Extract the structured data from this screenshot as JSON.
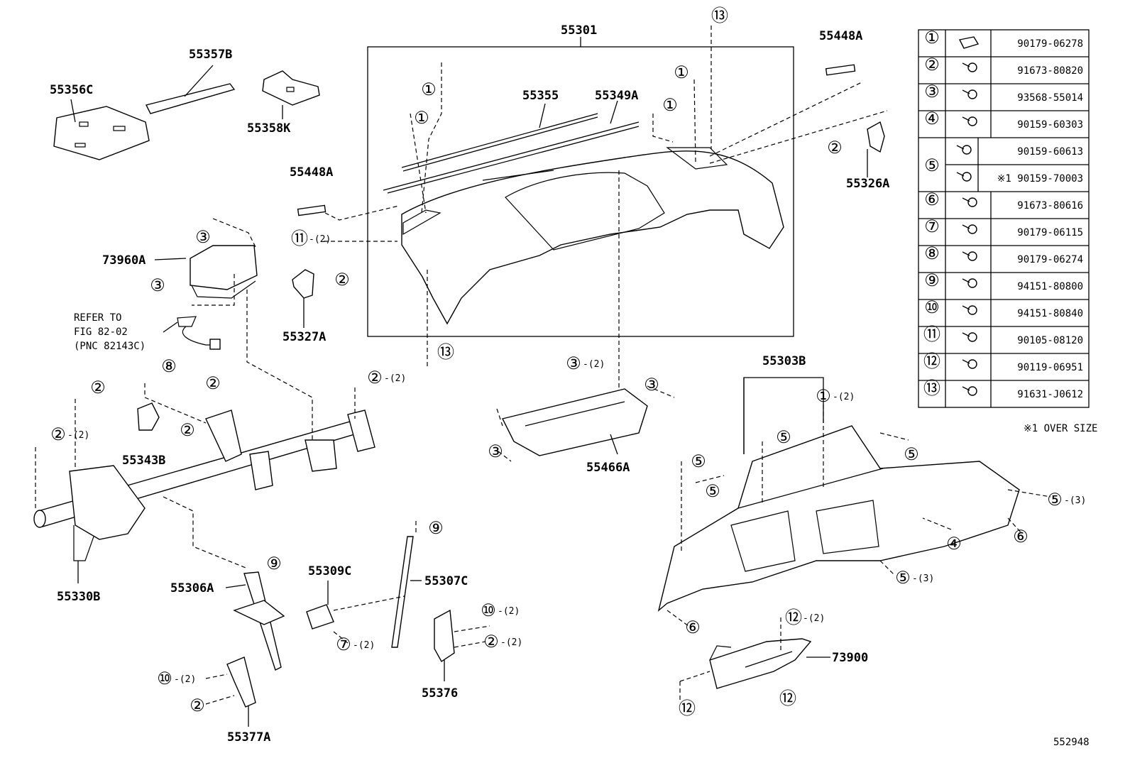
{
  "part_labels": [
    {
      "id": "p55357b",
      "text": "55357B"
    },
    {
      "id": "p55356c",
      "text": "55356C"
    },
    {
      "id": "p55358k",
      "text": "55358K"
    },
    {
      "id": "p55301",
      "text": "55301"
    },
    {
      "id": "p55355",
      "text": "55355"
    },
    {
      "id": "p55349a",
      "text": "55349A"
    },
    {
      "id": "p55448a_top",
      "text": "55448A"
    },
    {
      "id": "p55448a_mid",
      "text": "55448A"
    },
    {
      "id": "p55326a",
      "text": "55326A"
    },
    {
      "id": "p73960a",
      "text": "73960A"
    },
    {
      "id": "p55327a",
      "text": "55327A"
    },
    {
      "id": "p55343b",
      "text": "55343B"
    },
    {
      "id": "p55466a",
      "text": "55466A"
    },
    {
      "id": "p55303b",
      "text": "55303B"
    },
    {
      "id": "p55330b",
      "text": "55330B"
    },
    {
      "id": "p55306a",
      "text": "55306A"
    },
    {
      "id": "p55309c",
      "text": "55309C"
    },
    {
      "id": "p55307c",
      "text": "55307C"
    },
    {
      "id": "p55376",
      "text": "55376"
    },
    {
      "id": "p73900",
      "text": "73900"
    },
    {
      "id": "p55377a",
      "text": "55377A"
    }
  ],
  "refer_note": [
    "REFER TO",
    "FIG 82-02",
    "(PNC 82143C)"
  ],
  "callouts": [
    {
      "n": "①",
      "q": ""
    },
    {
      "n": "①",
      "q": ""
    },
    {
      "n": "①",
      "q": ""
    },
    {
      "n": "①",
      "q": ""
    },
    {
      "n": "⑬",
      "q": ""
    },
    {
      "n": "②",
      "q": ""
    },
    {
      "n": "③",
      "q": ""
    },
    {
      "n": "③",
      "q": ""
    },
    {
      "n": "⑪",
      "q": "-(2)"
    },
    {
      "n": "②",
      "q": ""
    },
    {
      "n": "⑬",
      "q": ""
    },
    {
      "n": "⑧",
      "q": ""
    },
    {
      "n": "②",
      "q": ""
    },
    {
      "n": "②",
      "q": "-(2)"
    },
    {
      "n": "②",
      "q": ""
    },
    {
      "n": "②",
      "q": ""
    },
    {
      "n": "②",
      "q": "-(2)"
    },
    {
      "n": "③",
      "q": "-(2)"
    },
    {
      "n": "③",
      "q": ""
    },
    {
      "n": "③",
      "q": ""
    },
    {
      "n": "①",
      "q": "-(2)"
    },
    {
      "n": "⑤",
      "q": ""
    },
    {
      "n": "⑤",
      "q": ""
    },
    {
      "n": "⑤",
      "q": ""
    },
    {
      "n": "⑤",
      "q": ""
    },
    {
      "n": "⑤",
      "q": "-(3)"
    },
    {
      "n": "④",
      "q": ""
    },
    {
      "n": "⑥",
      "q": ""
    },
    {
      "n": "⑤",
      "q": "-(3)"
    },
    {
      "n": "⑥",
      "q": ""
    },
    {
      "n": "⑨",
      "q": ""
    },
    {
      "n": "⑨",
      "q": ""
    },
    {
      "n": "⑦",
      "q": "-(2)"
    },
    {
      "n": "⑩",
      "q": "-(2)"
    },
    {
      "n": "②",
      "q": "-(2)"
    },
    {
      "n": "⑩",
      "q": "-(2)"
    },
    {
      "n": "②",
      "q": ""
    },
    {
      "n": "⑫",
      "q": "-(2)"
    },
    {
      "n": "⑫",
      "q": ""
    },
    {
      "n": "⑫",
      "q": ""
    }
  ],
  "fastener_table": [
    {
      "n": "①",
      "parts": [
        "90179-06278"
      ]
    },
    {
      "n": "②",
      "parts": [
        "91673-80820"
      ]
    },
    {
      "n": "③",
      "parts": [
        "93568-55014"
      ]
    },
    {
      "n": "④",
      "parts": [
        "90159-60303"
      ]
    },
    {
      "n": "⑤",
      "parts": [
        "90159-60613",
        "※1 90159-70003"
      ]
    },
    {
      "n": "⑥",
      "parts": [
        "91673-80616"
      ]
    },
    {
      "n": "⑦",
      "parts": [
        "90179-06115"
      ]
    },
    {
      "n": "⑧",
      "parts": [
        "90179-06274"
      ]
    },
    {
      "n": "⑨",
      "parts": [
        "94151-80800"
      ]
    },
    {
      "n": "⑩",
      "parts": [
        "94151-80840"
      ]
    },
    {
      "n": "⑪",
      "parts": [
        "90105-08120"
      ]
    },
    {
      "n": "⑫",
      "parts": [
        "90119-06951"
      ]
    },
    {
      "n": "⑬",
      "parts": [
        "91631-J0612"
      ]
    }
  ],
  "footnote": "※1 OVER SIZE",
  "diagram_id": "552948"
}
